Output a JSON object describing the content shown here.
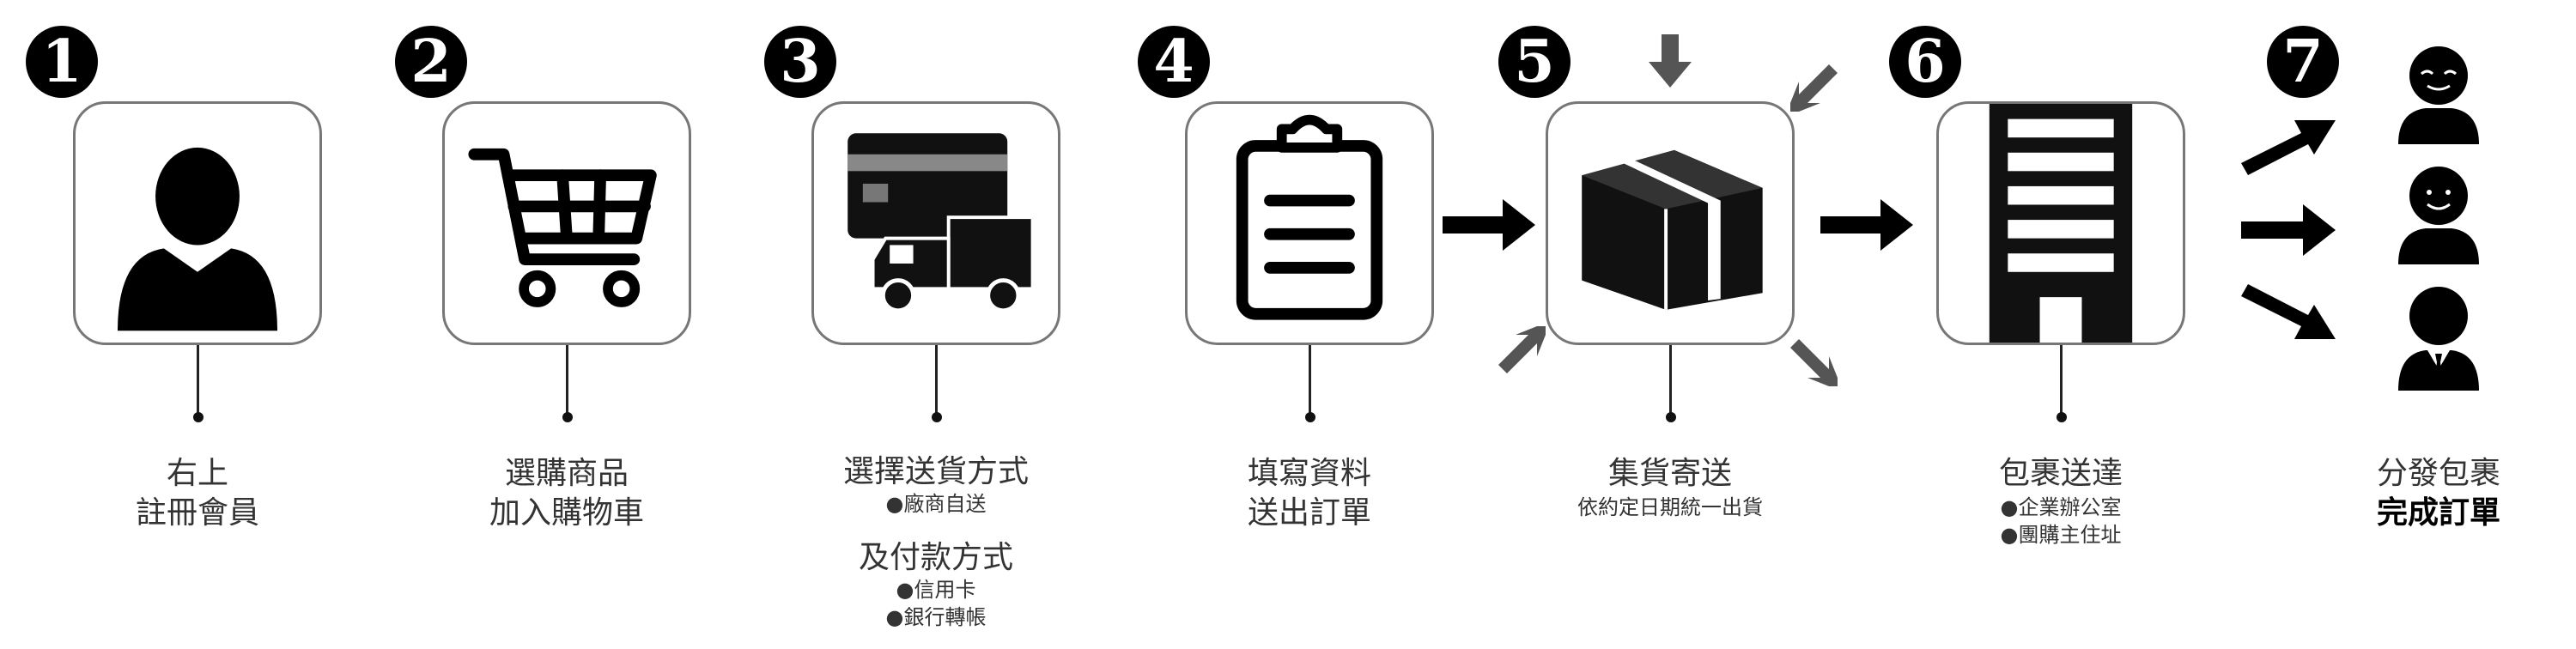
{
  "steps": [
    {
      "num": "1",
      "icon": "user-icon",
      "title1": "右上",
      "title2": "註冊會員"
    },
    {
      "num": "2",
      "icon": "shopping-cart-icon",
      "title1": "選購商品",
      "title2": "加入購物車"
    },
    {
      "num": "3",
      "icon": "card-truck-icon",
      "title1": "選擇送貨方式",
      "sub1": "●廠商自送",
      "title2": "及付款方式",
      "sub2": "●信用卡",
      "sub3": "●銀行轉帳"
    },
    {
      "num": "4",
      "icon": "clipboard-icon",
      "title1": "填寫資料",
      "title2": "送出訂單"
    },
    {
      "num": "5",
      "icon": "box-icon",
      "title1": "集貨寄送",
      "sub1": "依約定日期統一出貨"
    },
    {
      "num": "6",
      "icon": "building-icon",
      "title1": "包裹送達",
      "sub1": "●企業辦公室",
      "sub2": "●團購主住址"
    },
    {
      "num": "7",
      "icon": "people-icon",
      "title1": "分發包裹",
      "title2": "完成訂單"
    }
  ],
  "colors": {
    "ink": "#111111",
    "border": "#777777",
    "arrow_gray": "#555555",
    "text": "#333333"
  }
}
